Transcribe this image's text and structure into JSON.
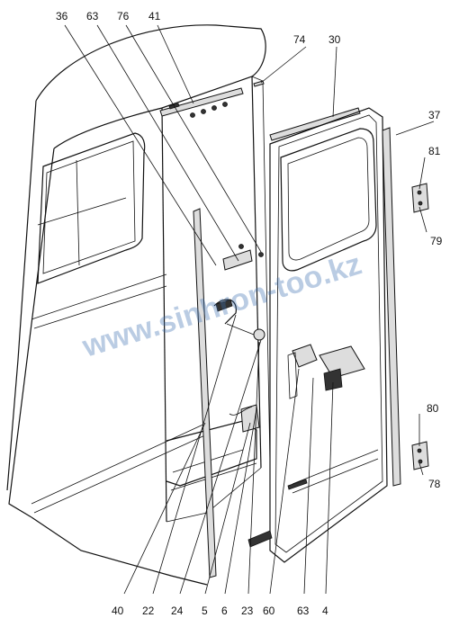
{
  "labels": {
    "top": [
      "36",
      "63",
      "76",
      "41",
      "74",
      "30",
      "37",
      "81",
      "79",
      "80",
      "78"
    ],
    "bottom": [
      "40",
      "22",
      "24",
      "5",
      "6",
      "23",
      "60",
      "63",
      "4"
    ]
  },
  "watermark": "www.sinhron-too.kz"
}
